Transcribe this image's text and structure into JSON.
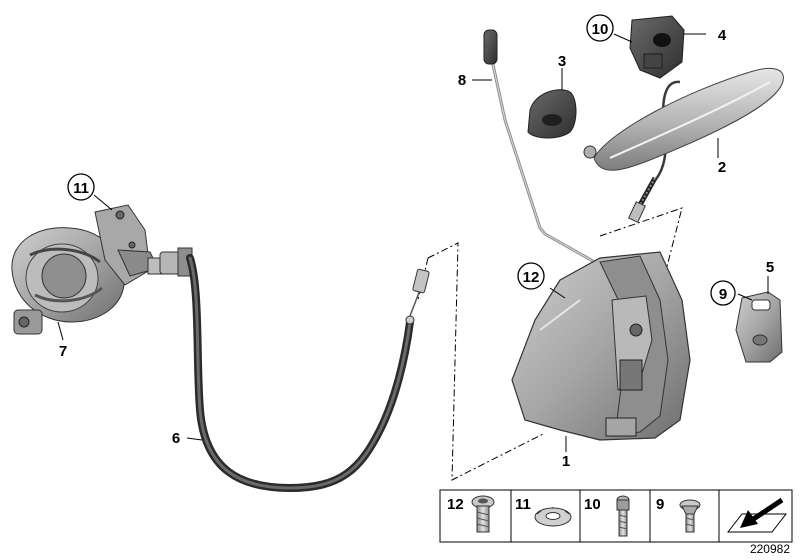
{
  "diagram_id": "220982",
  "callouts": [
    {
      "key": "c1",
      "label": "1"
    },
    {
      "key": "c2",
      "label": "2"
    },
    {
      "key": "c3",
      "label": "3"
    },
    {
      "key": "c4",
      "label": "4"
    },
    {
      "key": "c5",
      "label": "5"
    },
    {
      "key": "c6",
      "label": "6"
    },
    {
      "key": "c7",
      "label": "7"
    },
    {
      "key": "c8",
      "label": "8"
    },
    {
      "key": "c9",
      "label": "9",
      "circled": true
    },
    {
      "key": "c10",
      "label": "10",
      "circled": true
    },
    {
      "key": "c11",
      "label": "11",
      "circled": true
    },
    {
      "key": "c12",
      "label": "12",
      "circled": true
    }
  ],
  "legend": [
    {
      "label": "12"
    },
    {
      "label": "11"
    },
    {
      "label": "10"
    },
    {
      "label": "9"
    }
  ],
  "colors": {
    "part_gray": "#a9a9a9",
    "part_dark": "#4a4a4a",
    "part_light": "#d3d3d3",
    "line": "#000000"
  }
}
